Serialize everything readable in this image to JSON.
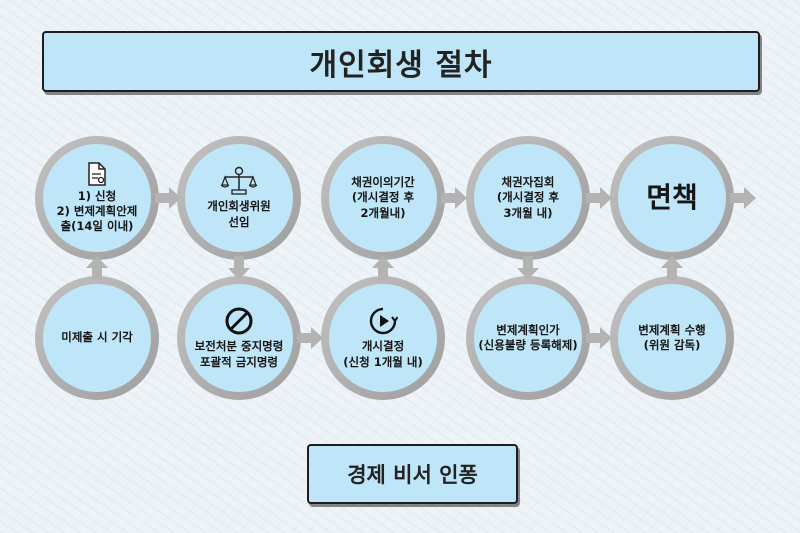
{
  "title": "개인회생 절차",
  "footer": "경제 비서 인퐁",
  "nodes": [
    {
      "id": "n1",
      "text": "1) 신청\n2) 변제계획안제\n출(14일 이내)",
      "icon": "document-icon"
    },
    {
      "id": "n2",
      "text": "개인회생위원\n선임",
      "icon": "judge-scales-icon"
    },
    {
      "id": "n3",
      "text": "채권이의기간\n(개시결정 후\n2개월내)",
      "icon": ""
    },
    {
      "id": "n4",
      "text": "채권자집회\n(개시결정 후\n3개월 내)",
      "icon": ""
    },
    {
      "id": "n5",
      "text": "면책",
      "icon": ""
    },
    {
      "id": "n6",
      "text": "미제출 시 기각",
      "icon": ""
    },
    {
      "id": "n7",
      "text": "보전처분 중지명령\n포괄적 금지명령",
      "icon": "prohibited-icon"
    },
    {
      "id": "n8",
      "text": "개시결정\n(신청 1개월 내)",
      "icon": "play-cycle-icon"
    },
    {
      "id": "n9",
      "text": "변제계획인가\n(신용불량 등록해제)",
      "icon": ""
    },
    {
      "id": "n10",
      "text": "변제계획 수행\n(위원 감독)",
      "icon": ""
    }
  ],
  "colors": {
    "background": "#eef3f8",
    "circle_fill": "#bfe6f8",
    "ring": "#b3b3b3",
    "arrow": "#b3b3b3",
    "border": "#1d1d1d",
    "text": "#151515"
  }
}
